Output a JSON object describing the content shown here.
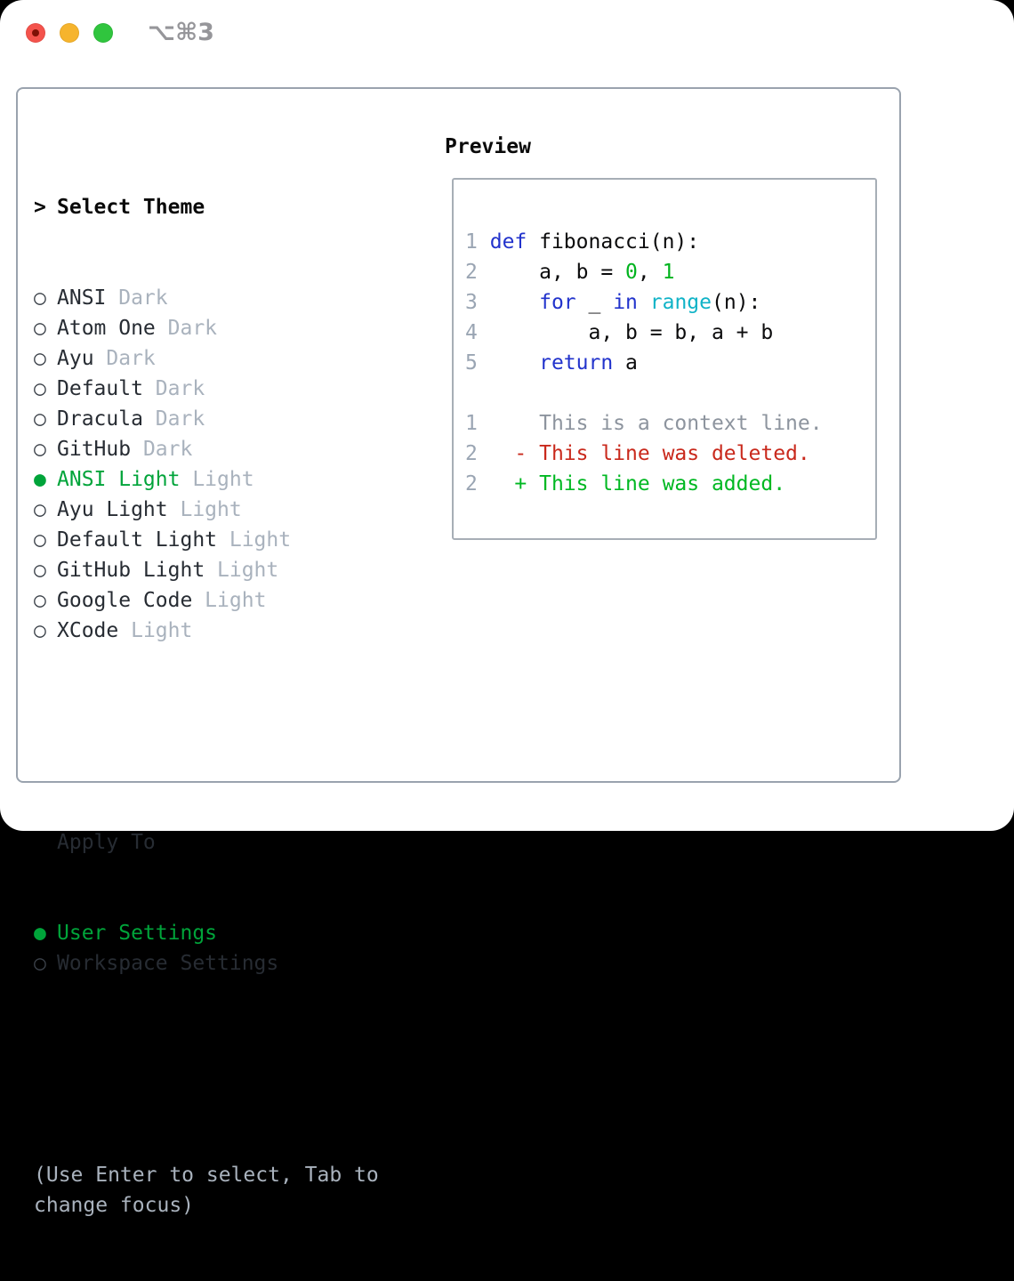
{
  "window": {
    "shortcut": "⌥⌘3"
  },
  "colors": {
    "accent_green": "#00a43a",
    "added_green": "#00b822",
    "deleted_red": "#c9291c",
    "keyword_blue": "#2233cc",
    "builtin_cyan": "#10b3c7",
    "number_green": "#00b31e",
    "line_number_gray": "#9aa5b3",
    "context_gray": "#8d949e",
    "tag_gray": "#a9b2bd",
    "panel_border": "#9aa3ae",
    "traffic_red": "#f4534c",
    "traffic_yellow": "#f6b42d",
    "traffic_green": "#30c53e"
  },
  "theme_picker": {
    "header": {
      "marker": ">",
      "label": "Select Theme"
    },
    "items": [
      {
        "name": "ANSI",
        "tag": "Dark",
        "selected": false
      },
      {
        "name": "Atom One",
        "tag": "Dark",
        "selected": false
      },
      {
        "name": "Ayu",
        "tag": "Dark",
        "selected": false
      },
      {
        "name": "Default",
        "tag": "Dark",
        "selected": false
      },
      {
        "name": "Dracula",
        "tag": "Dark",
        "selected": false
      },
      {
        "name": "GitHub",
        "tag": "Dark",
        "selected": false
      },
      {
        "name": "ANSI Light",
        "tag": "Light",
        "selected": true
      },
      {
        "name": "Ayu Light",
        "tag": "Light",
        "selected": false
      },
      {
        "name": "Default Light",
        "tag": "Light",
        "selected": false
      },
      {
        "name": "GitHub Light",
        "tag": "Light",
        "selected": false
      },
      {
        "name": "Google Code",
        "tag": "Light",
        "selected": false
      },
      {
        "name": "XCode",
        "tag": "Light",
        "selected": false
      }
    ],
    "apply_to": {
      "header": "Apply To",
      "items": [
        {
          "name": "User Settings",
          "selected": true
        },
        {
          "name": "Workspace Settings",
          "selected": false
        }
      ]
    },
    "hint": "(Use Enter to select, Tab to change focus)"
  },
  "preview": {
    "title": "Preview",
    "lines": [
      {
        "n": "",
        "t": []
      },
      {
        "n": "1",
        "t": [
          [
            "pl",
            " "
          ],
          [
            "kw",
            "def"
          ],
          [
            "pl",
            " fibonacci(n):"
          ]
        ]
      },
      {
        "n": "2",
        "t": [
          [
            "pl",
            "     a, b = "
          ],
          [
            "nu",
            "0"
          ],
          [
            "pl",
            ", "
          ],
          [
            "nu",
            "1"
          ]
        ]
      },
      {
        "n": "3",
        "t": [
          [
            "pl",
            "     "
          ],
          [
            "kw",
            "for"
          ],
          [
            "pl",
            " _ "
          ],
          [
            "kw",
            "in"
          ],
          [
            "pl",
            " "
          ],
          [
            "bi",
            "range"
          ],
          [
            "pl",
            "(n):"
          ]
        ]
      },
      {
        "n": "4",
        "t": [
          [
            "pl",
            "         a, b = b, a + b"
          ]
        ]
      },
      {
        "n": "5",
        "t": [
          [
            "pl",
            "     "
          ],
          [
            "kw",
            "return"
          ],
          [
            "pl",
            " a"
          ]
        ]
      },
      {
        "n": "",
        "t": []
      },
      {
        "n": "1",
        "t": [
          [
            "cx",
            "     This is a context line."
          ]
        ]
      },
      {
        "n": "2",
        "t": [
          [
            "de",
            "   - This line was deleted."
          ]
        ]
      },
      {
        "n": "2",
        "t": [
          [
            "ad",
            "   + This line was added."
          ]
        ]
      }
    ]
  }
}
